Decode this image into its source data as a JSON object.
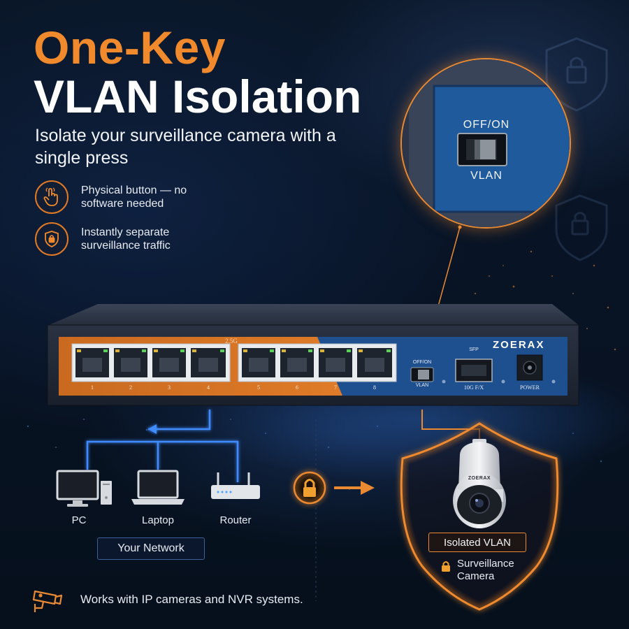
{
  "headline": {
    "line1": "One-Key",
    "line2": "VLAN Isolation",
    "subtitle": "Isolate your surveillance camera with a single press"
  },
  "features": [
    {
      "icon": "hand-pointer-icon",
      "text": "Physical button — no software needed"
    },
    {
      "icon": "shield-lock-icon",
      "text": "Instantly separate surveillance traffic"
    }
  ],
  "zoom_callout": {
    "top_label": "OFF/ON",
    "bottom_label": "VLAN"
  },
  "switch": {
    "brand": "ZOERAX",
    "speed_label": "2.5G",
    "port_numbers": [
      "1",
      "2",
      "3",
      "4",
      "5",
      "6",
      "7",
      "8"
    ],
    "vlan_top": "OFF/ON",
    "vlan_bottom": "VLAN",
    "sfp_top": "SFP",
    "sfp_bottom": "10G F/X",
    "power_label": "POWER"
  },
  "network": {
    "devices": [
      {
        "icon": "pc-icon",
        "label": "PC"
      },
      {
        "icon": "laptop-icon",
        "label": "Laptop"
      },
      {
        "icon": "router-icon",
        "label": "Router"
      }
    ],
    "group_label": "Your Network"
  },
  "isolation": {
    "camera_brand": "ZOERAX",
    "badge": "Isolated VLAN",
    "caption": "Surveillance Camera"
  },
  "footer": {
    "text": "Works with IP cameras and NVR systems."
  },
  "colors": {
    "accent_orange": "#f08a2c",
    "network_blue": "#3f8cff",
    "panel_blue": "#1e4f8f",
    "background": "#07111f"
  }
}
